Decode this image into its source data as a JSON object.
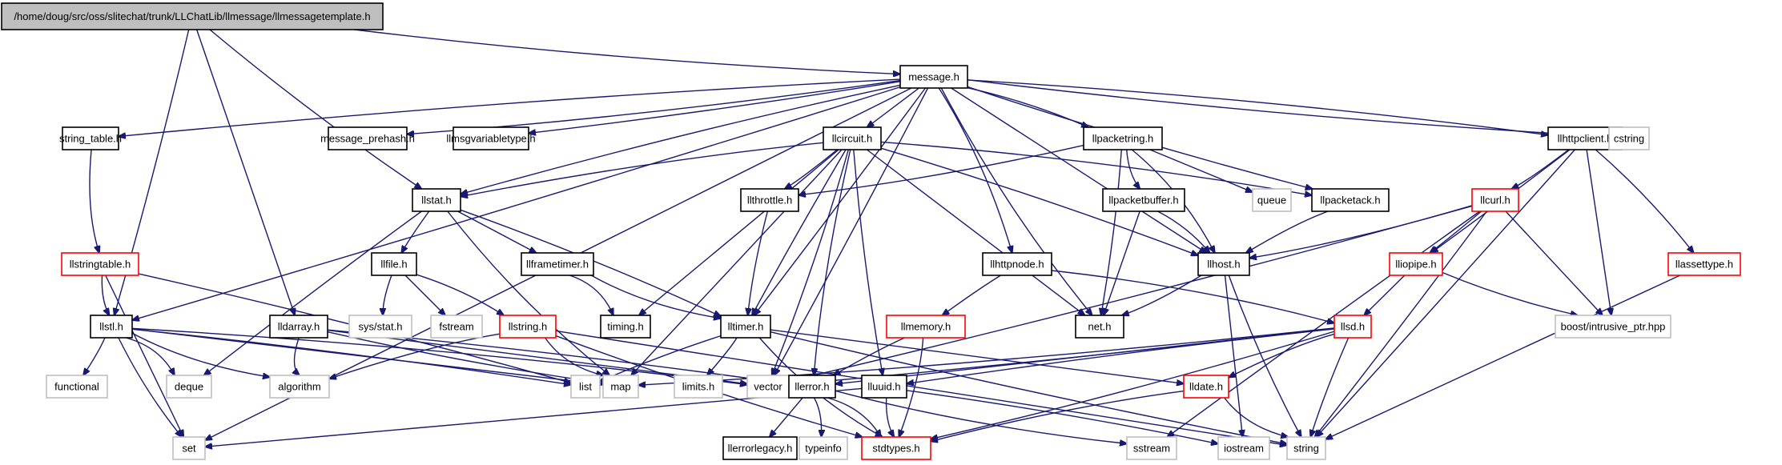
{
  "diagram": {
    "type": "include-dependency-graph",
    "root": "/home/doug/src/oss/slitechat/trunk/LLChatLib/llmessage/llmessagetemplate.h",
    "legend_colors": {
      "root_fill": "#bfbfbf",
      "documented_border": "#000000",
      "truncated_border": "#ff0000",
      "external_border": "#bfbfbf",
      "edge": "#191970"
    },
    "nodes": [
      {
        "id": "root",
        "label": "/home/doug/src/oss/slitechat/trunk/LLChatLib/llmessage/llmessagetemplate.h",
        "kind": "root"
      },
      {
        "id": "message",
        "label": "message.h",
        "kind": "doc"
      },
      {
        "id": "string_table",
        "label": "string_table.h",
        "kind": "doc"
      },
      {
        "id": "message_prehash",
        "label": "message_prehash.h",
        "kind": "doc"
      },
      {
        "id": "llmsgvariabletype",
        "label": "llmsgvariabletype.h",
        "kind": "doc"
      },
      {
        "id": "llcircuit",
        "label": "llcircuit.h",
        "kind": "doc"
      },
      {
        "id": "llpacketring",
        "label": "llpacketring.h",
        "kind": "doc"
      },
      {
        "id": "llhttpclient",
        "label": "llhttpclient.h",
        "kind": "doc"
      },
      {
        "id": "cstring",
        "label": "cstring",
        "kind": "sys"
      },
      {
        "id": "llstat",
        "label": "llstat.h",
        "kind": "doc"
      },
      {
        "id": "llthrottle",
        "label": "llthrottle.h",
        "kind": "doc"
      },
      {
        "id": "llpacketbuffer",
        "label": "llpacketbuffer.h",
        "kind": "doc"
      },
      {
        "id": "queue",
        "label": "queue",
        "kind": "sys"
      },
      {
        "id": "llpacketack",
        "label": "llpacketack.h",
        "kind": "doc"
      },
      {
        "id": "llcurl",
        "label": "llcurl.h",
        "kind": "inc"
      },
      {
        "id": "llstringtable",
        "label": "llstringtable.h",
        "kind": "inc"
      },
      {
        "id": "llfile",
        "label": "llfile.h",
        "kind": "doc"
      },
      {
        "id": "llframetimer",
        "label": "llframetimer.h",
        "kind": "doc"
      },
      {
        "id": "llhttpnode",
        "label": "llhttpnode.h",
        "kind": "doc"
      },
      {
        "id": "llhost",
        "label": "llhost.h",
        "kind": "doc"
      },
      {
        "id": "lliopipe",
        "label": "lliopipe.h",
        "kind": "inc"
      },
      {
        "id": "llassettype",
        "label": "llassettype.h",
        "kind": "inc"
      },
      {
        "id": "llstl",
        "label": "llstl.h",
        "kind": "doc"
      },
      {
        "id": "lldarray",
        "label": "lldarray.h",
        "kind": "doc"
      },
      {
        "id": "sysstat",
        "label": "sys/stat.h",
        "kind": "sys"
      },
      {
        "id": "fstream",
        "label": "fstream",
        "kind": "sys"
      },
      {
        "id": "llstring",
        "label": "llstring.h",
        "kind": "inc"
      },
      {
        "id": "timing",
        "label": "timing.h",
        "kind": "doc"
      },
      {
        "id": "lltimer",
        "label": "lltimer.h",
        "kind": "doc"
      },
      {
        "id": "llmemory",
        "label": "llmemory.h",
        "kind": "inc"
      },
      {
        "id": "neth",
        "label": "net.h",
        "kind": "doc"
      },
      {
        "id": "llsd",
        "label": "llsd.h",
        "kind": "inc"
      },
      {
        "id": "boost",
        "label": "boost/intrusive_ptr.hpp",
        "kind": "sys"
      },
      {
        "id": "functional",
        "label": "functional",
        "kind": "sys"
      },
      {
        "id": "deque",
        "label": "deque",
        "kind": "sys"
      },
      {
        "id": "algorithm",
        "label": "algorithm",
        "kind": "sys"
      },
      {
        "id": "list",
        "label": "list",
        "kind": "sys"
      },
      {
        "id": "map",
        "label": "map",
        "kind": "sys"
      },
      {
        "id": "limits",
        "label": "limits.h",
        "kind": "sys"
      },
      {
        "id": "vector",
        "label": "vector",
        "kind": "sys"
      },
      {
        "id": "llerror",
        "label": "llerror.h",
        "kind": "doc"
      },
      {
        "id": "lluuid",
        "label": "lluuid.h",
        "kind": "doc"
      },
      {
        "id": "lldate",
        "label": "lldate.h",
        "kind": "inc"
      },
      {
        "id": "set",
        "label": "set",
        "kind": "sys"
      },
      {
        "id": "llerrorlegacy",
        "label": "llerrorlegacy.h",
        "kind": "doc"
      },
      {
        "id": "typeinfo",
        "label": "typeinfo",
        "kind": "sys"
      },
      {
        "id": "stdtypes",
        "label": "stdtypes.h",
        "kind": "inc"
      },
      {
        "id": "sstream",
        "label": "sstream",
        "kind": "sys"
      },
      {
        "id": "iostream",
        "label": "iostream",
        "kind": "sys"
      },
      {
        "id": "string",
        "label": "string",
        "kind": "sys"
      }
    ],
    "edges": [
      [
        "root",
        "message"
      ],
      [
        "root",
        "llstat"
      ],
      [
        "root",
        "lldarray"
      ],
      [
        "root",
        "llstl"
      ],
      [
        "message",
        "string_table"
      ],
      [
        "message",
        "message_prehash"
      ],
      [
        "message",
        "llmsgvariabletype"
      ],
      [
        "message",
        "llcircuit"
      ],
      [
        "message",
        "llpacketring"
      ],
      [
        "message",
        "llhttpclient"
      ],
      [
        "message",
        "cstring"
      ],
      [
        "message",
        "llstl"
      ],
      [
        "message",
        "set"
      ],
      [
        "message",
        "lltimer"
      ],
      [
        "message",
        "llhttpnode"
      ],
      [
        "message",
        "neth"
      ],
      [
        "message",
        "llpacketack"
      ],
      [
        "message",
        "llhost"
      ],
      [
        "message",
        "vector"
      ],
      [
        "message",
        "llstat"
      ],
      [
        "string_table",
        "llstringtable"
      ],
      [
        "llstringtable",
        "llstl"
      ],
      [
        "llstringtable",
        "set"
      ],
      [
        "llstringtable",
        "list"
      ],
      [
        "llcircuit",
        "llstat"
      ],
      [
        "llcircuit",
        "llthrottle"
      ],
      [
        "llcircuit",
        "lltimer"
      ],
      [
        "llcircuit",
        "timing"
      ],
      [
        "llcircuit",
        "map"
      ],
      [
        "llcircuit",
        "vector"
      ],
      [
        "llcircuit",
        "llerror"
      ],
      [
        "llcircuit",
        "lluuid"
      ],
      [
        "llcircuit",
        "neth"
      ],
      [
        "llcircuit",
        "llhost"
      ],
      [
        "llcircuit",
        "llpacketack"
      ],
      [
        "llpacketring",
        "llthrottle"
      ],
      [
        "llpacketring",
        "llpacketbuffer"
      ],
      [
        "llpacketring",
        "queue"
      ],
      [
        "llpacketring",
        "neth"
      ],
      [
        "llpacketring",
        "llhost"
      ],
      [
        "llhttpclient",
        "llcurl"
      ],
      [
        "llhttpclient",
        "lliopipe"
      ],
      [
        "llhttpclient",
        "boost"
      ],
      [
        "llhttpclient",
        "llassettype"
      ],
      [
        "llhttpclient",
        "string"
      ],
      [
        "llcurl",
        "llhost"
      ],
      [
        "llcurl",
        "lliopipe"
      ],
      [
        "llcurl",
        "boost"
      ],
      [
        "llcurl",
        "sstream"
      ],
      [
        "llcurl",
        "string"
      ],
      [
        "llcurl",
        "vector"
      ],
      [
        "llstat",
        "llfile"
      ],
      [
        "llstat",
        "llframetimer"
      ],
      [
        "llstat",
        "lltimer"
      ],
      [
        "llstat",
        "deque"
      ],
      [
        "llstat",
        "map"
      ],
      [
        "llfile",
        "sysstat"
      ],
      [
        "llfile",
        "fstream"
      ],
      [
        "llfile",
        "llstring"
      ],
      [
        "llframetimer",
        "timing"
      ],
      [
        "llframetimer",
        "lltimer"
      ],
      [
        "llthrottle",
        "lltimer"
      ],
      [
        "llpacketbuffer",
        "neth"
      ],
      [
        "llpacketbuffer",
        "llhost"
      ],
      [
        "llpacketack",
        "llhost"
      ],
      [
        "llhost",
        "neth"
      ],
      [
        "llhost",
        "string"
      ],
      [
        "llhost",
        "iostream"
      ],
      [
        "llhttpnode",
        "llmemory"
      ],
      [
        "llhttpnode",
        "llsd"
      ],
      [
        "lliopipe",
        "llsd"
      ],
      [
        "lliopipe",
        "boost"
      ],
      [
        "llassettype",
        "string"
      ],
      [
        "llstl",
        "functional"
      ],
      [
        "llstl",
        "deque"
      ],
      [
        "llstl",
        "algorithm"
      ],
      [
        "llstl",
        "set"
      ],
      [
        "llstl",
        "map"
      ],
      [
        "llstl",
        "list"
      ],
      [
        "llstl",
        "vector"
      ],
      [
        "lldarray",
        "algorithm"
      ],
      [
        "lldarray",
        "map"
      ],
      [
        "lldarray",
        "vector"
      ],
      [
        "lldarray",
        "llerror"
      ],
      [
        "llstring",
        "algorithm"
      ],
      [
        "llstring",
        "map"
      ],
      [
        "llstring",
        "stdtypes"
      ],
      [
        "llstring",
        "string"
      ],
      [
        "lltimer",
        "list"
      ],
      [
        "lltimer",
        "limits"
      ],
      [
        "lltimer",
        "stdtypes"
      ],
      [
        "lltimer",
        "string"
      ],
      [
        "lltimer",
        "lldate"
      ],
      [
        "llmemory",
        "llerror"
      ],
      [
        "llmemory",
        "stdtypes"
      ],
      [
        "llsd",
        "map"
      ],
      [
        "llsd",
        "vector"
      ],
      [
        "llsd",
        "llerror"
      ],
      [
        "llsd",
        "lluuid"
      ],
      [
        "llsd",
        "lldate"
      ],
      [
        "llsd",
        "stdtypes"
      ],
      [
        "llsd",
        "string"
      ],
      [
        "llerror",
        "llerrorlegacy"
      ],
      [
        "llerror",
        "typeinfo"
      ],
      [
        "llerror",
        "stdtypes"
      ],
      [
        "llerror",
        "sstream"
      ],
      [
        "lluuid",
        "stdtypes"
      ],
      [
        "lluuid",
        "set"
      ],
      [
        "lluuid",
        "iostream"
      ],
      [
        "lldate",
        "stdtypes"
      ],
      [
        "lldate",
        "string"
      ]
    ]
  }
}
